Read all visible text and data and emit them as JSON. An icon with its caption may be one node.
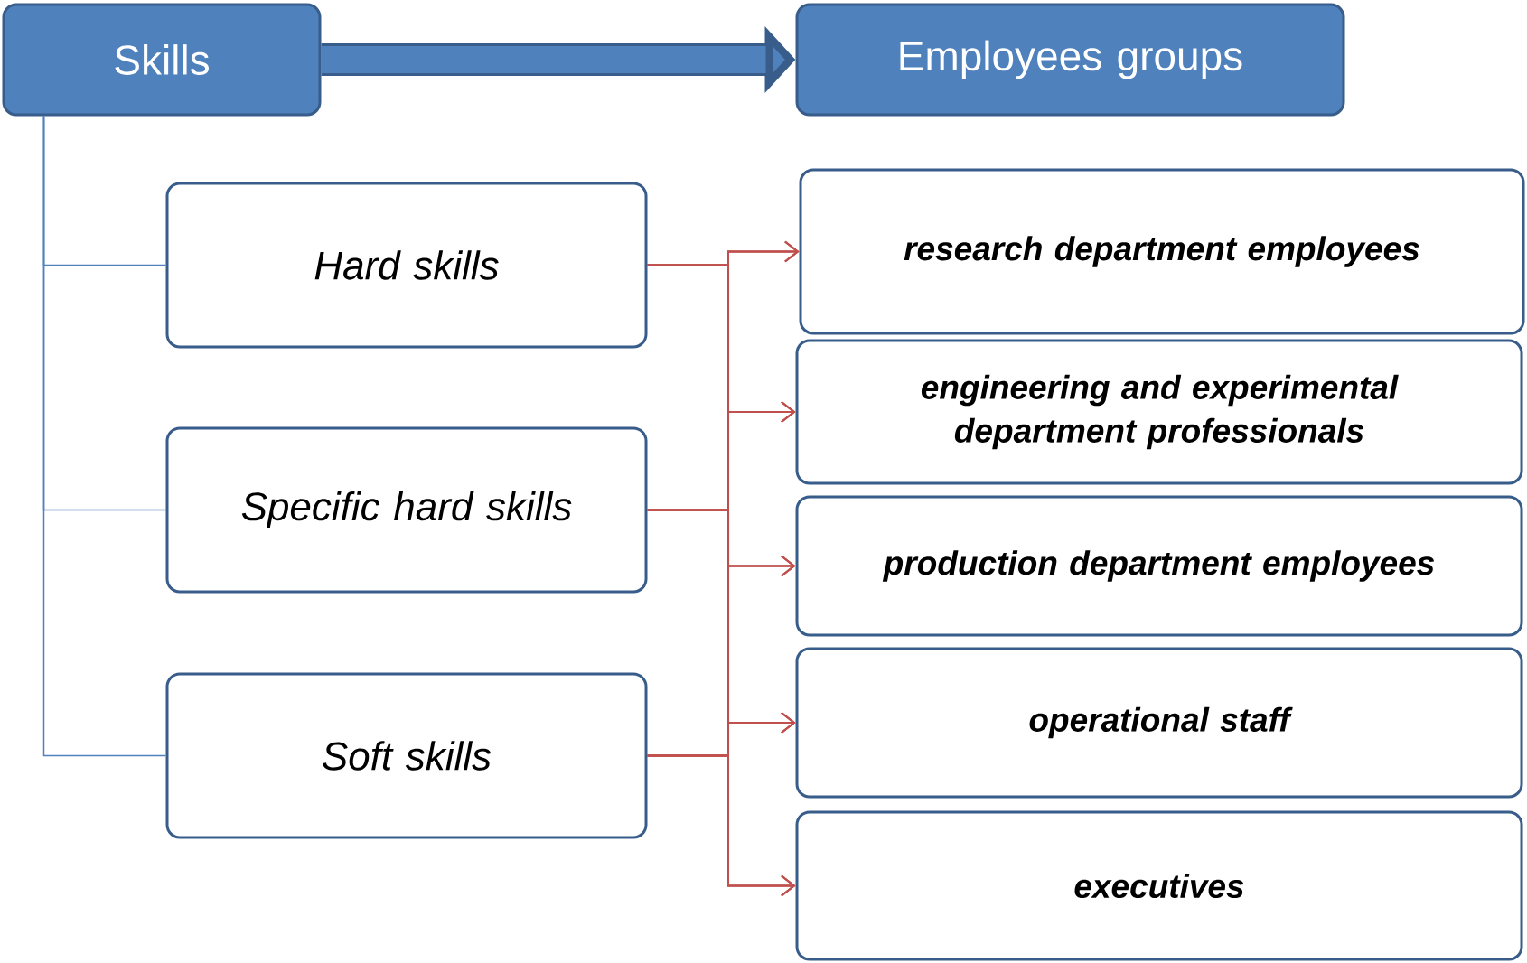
{
  "diagram": {
    "nodes": [
      {
        "text": [
          "Skills"
        ]
      },
      {
        "text": [
          "Employees groups"
        ]
      },
      {
        "text": [
          "Hard skills"
        ]
      },
      {
        "text": [
          "Specific hard skills"
        ]
      },
      {
        "text": [
          "Soft skills"
        ]
      },
      {
        "text": [
          "research department employees"
        ]
      },
      {
        "text": [
          "engineering and experimental department professionals"
        ]
      },
      {
        "text": [
          "production department employees"
        ]
      },
      {
        "text": [
          "operational staff"
        ]
      },
      {
        "text": [
          "executives"
        ]
      }
    ],
    "edges": [
      {
        "from": 0,
        "to": 1,
        "arrow": "to",
        "style": "thick",
        "color": "#385d8a"
      },
      {
        "from": 0,
        "to": 2,
        "arrow": "none",
        "color": "#4f81bd"
      },
      {
        "from": 0,
        "to": 3,
        "arrow": "none",
        "color": "#4f81bd"
      },
      {
        "from": 0,
        "to": 4,
        "arrow": "none",
        "color": "#4f81bd"
      },
      {
        "from": 2,
        "to": 5,
        "arrow": "to",
        "color": "#c0504d"
      },
      {
        "from": 2,
        "to": 6,
        "arrow": "to",
        "color": "#c0504d"
      },
      {
        "from": 2,
        "to": 7,
        "arrow": "to",
        "color": "#c0504d"
      },
      {
        "from": 2,
        "to": 8,
        "arrow": "to",
        "color": "#c0504d"
      },
      {
        "from": 2,
        "to": 9,
        "arrow": "to",
        "color": "#c0504d"
      },
      {
        "from": 3,
        "to": 5,
        "arrow": "to",
        "color": "#c0504d"
      },
      {
        "from": 3,
        "to": 6,
        "arrow": "to",
        "color": "#c0504d"
      },
      {
        "from": 3,
        "to": 7,
        "arrow": "to",
        "color": "#c0504d"
      },
      {
        "from": 3,
        "to": 8,
        "arrow": "to",
        "color": "#c0504d"
      },
      {
        "from": 3,
        "to": 9,
        "arrow": "to",
        "color": "#c0504d"
      },
      {
        "from": 4,
        "to": 5,
        "arrow": "to",
        "color": "#c0504d"
      },
      {
        "from": 4,
        "to": 6,
        "arrow": "to",
        "color": "#c0504d"
      },
      {
        "from": 4,
        "to": 7,
        "arrow": "to",
        "color": "#c0504d"
      },
      {
        "from": 4,
        "to": 8,
        "arrow": "to",
        "color": "#c0504d"
      },
      {
        "from": 4,
        "to": 9,
        "arrow": "to",
        "color": "#c0504d"
      }
    ]
  }
}
